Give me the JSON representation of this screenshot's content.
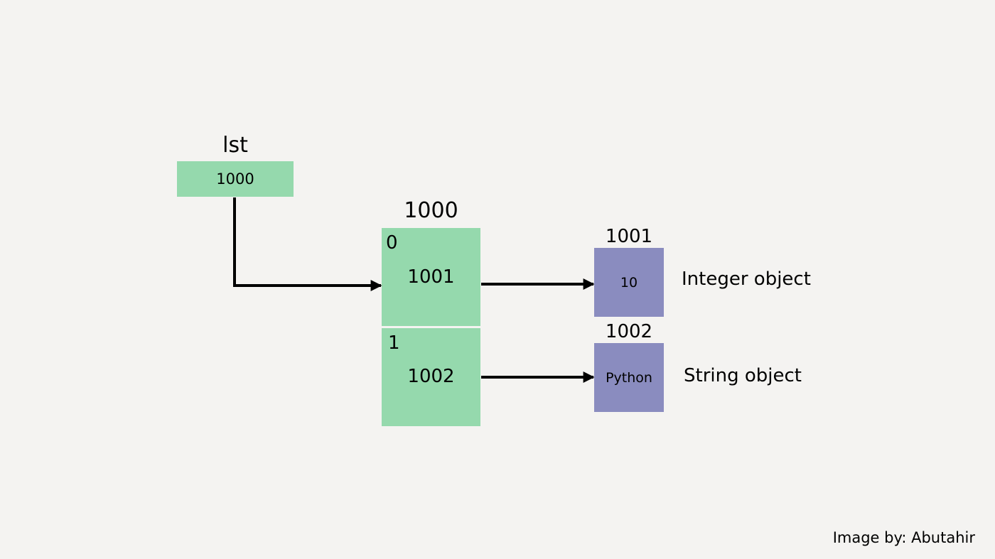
{
  "variable": {
    "name": "lst",
    "value": "1000"
  },
  "list_object": {
    "address": "1000",
    "slots": [
      {
        "index": "0",
        "value": "1001"
      },
      {
        "index": "1",
        "value": "1002"
      }
    ]
  },
  "objects": [
    {
      "address": "1001",
      "value": "10",
      "description": "Integer object"
    },
    {
      "address": "1002",
      "value": "Python",
      "description": "String object"
    }
  ],
  "credit": "Image by: Abutahir",
  "colors": {
    "background": "#f4f3f1",
    "green": "#95d9ad",
    "purple": "#8a8cbf",
    "arrow": "#000000"
  }
}
